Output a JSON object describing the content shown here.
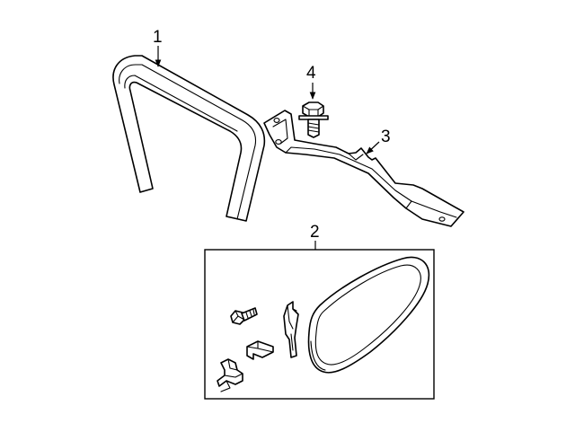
{
  "callouts": {
    "shroud": "1",
    "belt_kit": "2",
    "bracket": "3",
    "bolt": "4"
  },
  "colors": {
    "line": "#000000",
    "background": "#ffffff"
  }
}
